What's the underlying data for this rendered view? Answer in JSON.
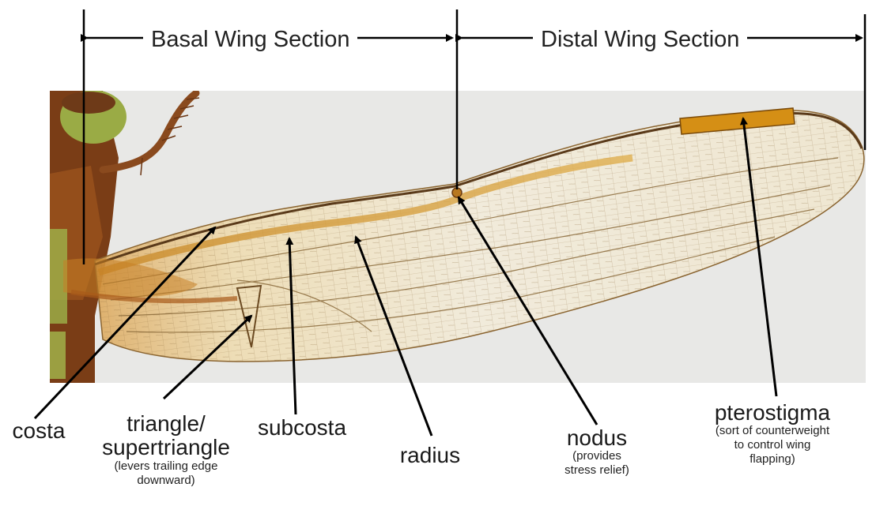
{
  "sections": {
    "basal": "Basal Wing Section",
    "distal": "Distal Wing Section"
  },
  "labels": {
    "costa": {
      "main": "costa",
      "sub": ""
    },
    "triangle": {
      "main": "triangle/\nsupertriangle",
      "sub": "(levers trailing edge\ndownward)"
    },
    "subcosta": {
      "main": "subcosta",
      "sub": ""
    },
    "radius": {
      "main": "radius",
      "sub": ""
    },
    "nodus": {
      "main": "nodus",
      "sub": "(provides\nstress relief)"
    },
    "pterostigma": {
      "main": "pterostigma",
      "sub": "(sort of counterweight\nto control wing\nflapping)"
    }
  },
  "colors": {
    "background_photo": "#e9e9e7",
    "wing_membrane": "#f3ead2",
    "wing_base_amber": "#d59a37",
    "pterostigma": "#d58f15",
    "body": "#7a3d16",
    "leg": "#8a4a1e",
    "eye": "#8fa33a",
    "arrow": "#000000"
  }
}
